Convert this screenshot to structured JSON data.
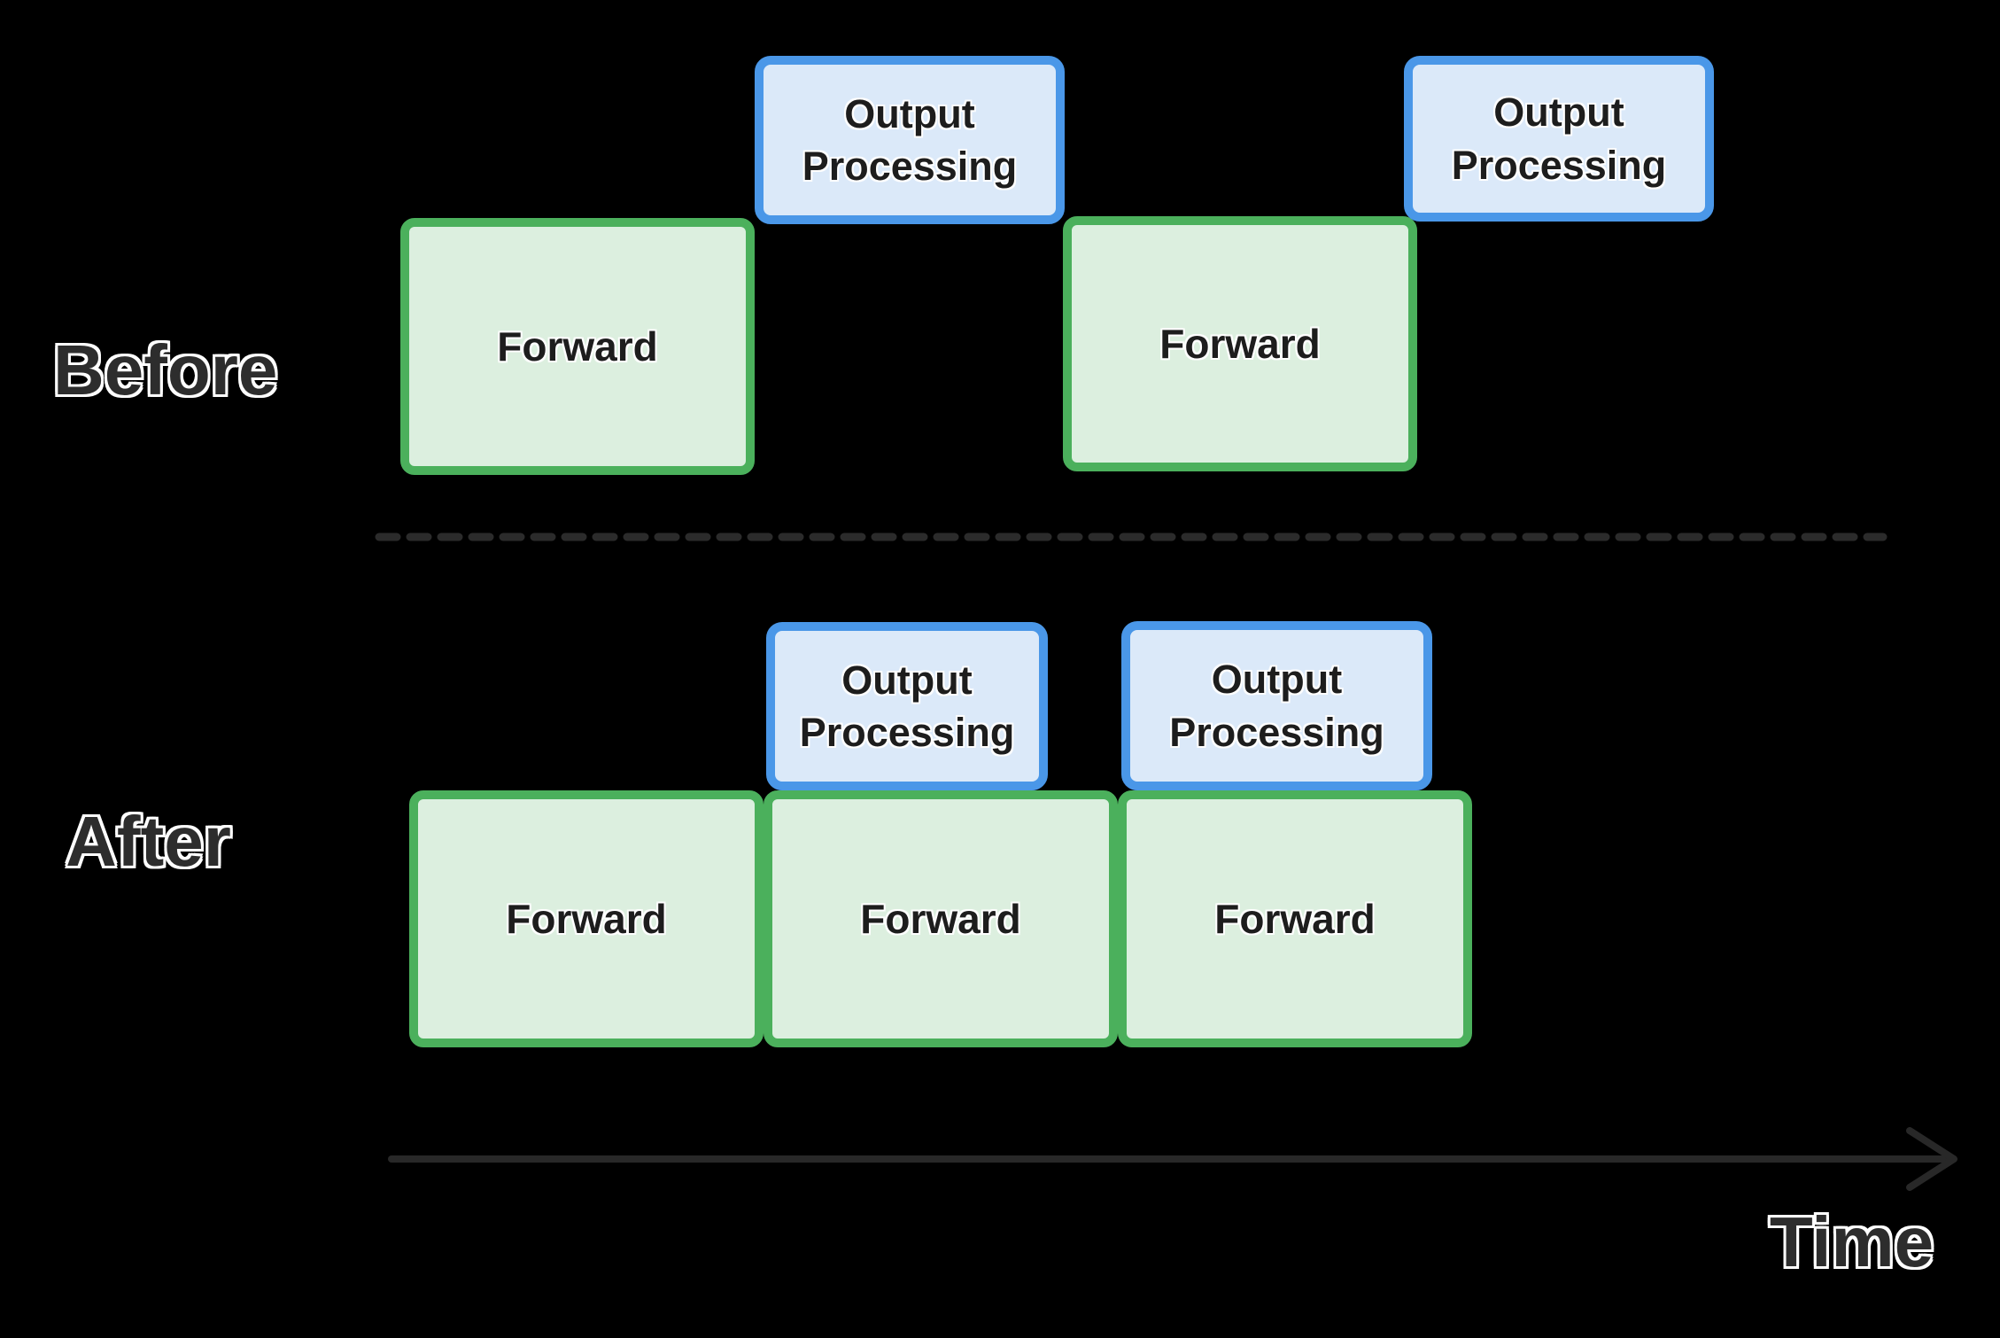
{
  "colors": {
    "background": "#000000",
    "forward_border": "#4bb05c",
    "forward_fill": "#dcefdf",
    "output_border": "#4a97e8",
    "output_fill": "#dbe9f9",
    "box_text": "#1d1d1d",
    "label_text": "#2d2d2d",
    "divider": "#2b2b2b",
    "arrow": "#282828"
  },
  "sections": {
    "before": {
      "label": "Before",
      "boxes": [
        {
          "id": "forward-1",
          "type": "forward",
          "label": "Forward"
        },
        {
          "id": "output-processing-1",
          "type": "output",
          "label": "Output Processing"
        },
        {
          "id": "forward-2",
          "type": "forward",
          "label": "Forward"
        },
        {
          "id": "output-processing-2",
          "type": "output",
          "label": "Output Processing"
        }
      ]
    },
    "after": {
      "label": "After",
      "boxes": [
        {
          "id": "forward-1",
          "type": "forward",
          "label": "Forward"
        },
        {
          "id": "forward-2",
          "type": "forward",
          "label": "Forward"
        },
        {
          "id": "forward-3",
          "type": "forward",
          "label": "Forward"
        },
        {
          "id": "output-processing-1",
          "type": "output",
          "label": "Output Processing"
        },
        {
          "id": "output-processing-2",
          "type": "output",
          "label": "Output Processing"
        }
      ]
    }
  },
  "time_axis": {
    "label": "Time"
  }
}
